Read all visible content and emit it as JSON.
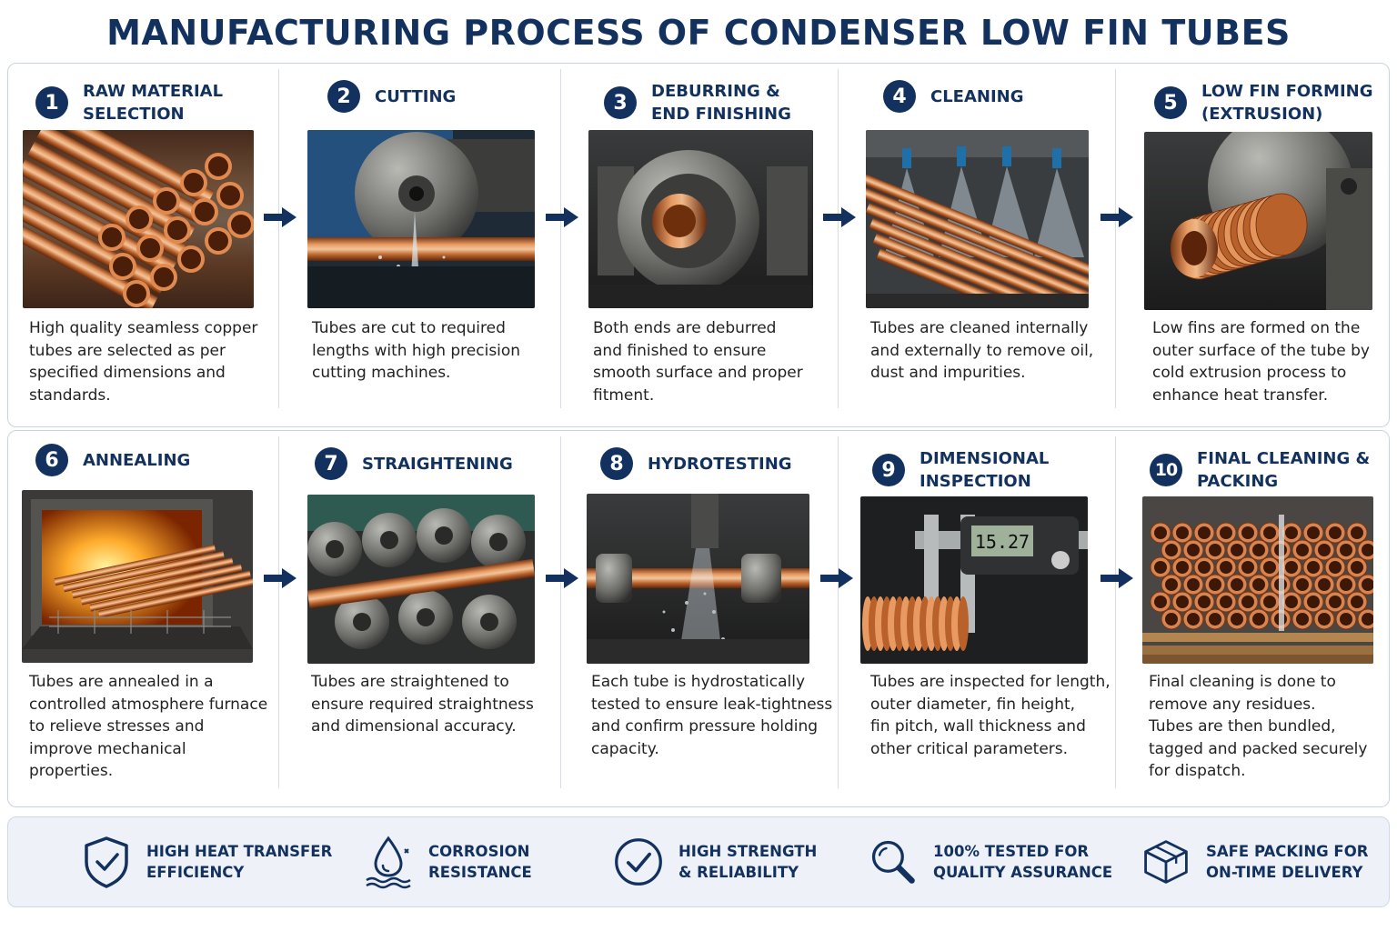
{
  "title": "MANUFACTURING PROCESS OF CONDENSER LOW FIN TUBES",
  "steps": [
    {
      "num": "1",
      "title": "RAW MATERIAL\nSELECTION",
      "desc": "High quality seamless copper\ntubes are selected as per\nspecified dimensions and\nstandards."
    },
    {
      "num": "2",
      "title": "CUTTING",
      "desc": "Tubes are cut to required\nlengths with high precision\ncutting machines."
    },
    {
      "num": "3",
      "title": "DEBURRING &\nEND FINISHING",
      "desc": "Both ends are deburred\nand finished to ensure\nsmooth surface and proper\nfitment."
    },
    {
      "num": "4",
      "title": "CLEANING",
      "desc": "Tubes are cleaned internally\nand externally to remove oil,\ndust and impurities."
    },
    {
      "num": "5",
      "title": "LOW FIN FORMING\n(EXTRUSION)",
      "desc": "Low fins are formed on the\nouter surface of the tube by\ncold extrusion process to\nenhance heat transfer."
    },
    {
      "num": "6",
      "title": "ANNEALING",
      "desc": "Tubes are annealed in a\ncontrolled atmosphere furnace\nto relieve stresses and\nimprove mechanical\nproperties."
    },
    {
      "num": "7",
      "title": "STRAIGHTENING",
      "desc": "Tubes are straightened to\nensure required straightness\nand dimensional accuracy."
    },
    {
      "num": "8",
      "title": "HYDROTESTING",
      "desc": "Each tube is hydrostatically\ntested to ensure leak-tightness\nand confirm pressure holding\ncapacity."
    },
    {
      "num": "9",
      "title": "DIMENSIONAL\nINSPECTION",
      "desc": "Tubes are inspected for length,\nouter diameter, fin height,\nfin pitch, wall thickness and\nother critical parameters."
    },
    {
      "num": "10",
      "title": "FINAL CLEANING &\nPACKING",
      "desc": "Final cleaning is done to\nremove any residues.\nTubes are then bundled,\ntagged and packed securely\nfor dispatch."
    }
  ],
  "caliper_reading": "15.27",
  "features": [
    {
      "icon": "shield-check-icon",
      "label": "HIGH HEAT TRANSFER\nEFFICIENCY"
    },
    {
      "icon": "water-drop-icon",
      "label": "CORROSION\nRESISTANCE"
    },
    {
      "icon": "circle-check-icon",
      "label": "HIGH STRENGTH\n& RELIABILITY"
    },
    {
      "icon": "magnifier-icon",
      "label": "100% TESTED FOR\nQUALITY ASSURANCE"
    },
    {
      "icon": "package-box-icon",
      "label": "SAFE PACKING FOR\nON-TIME DELIVERY"
    }
  ],
  "colors": {
    "navy": "#13315f",
    "copper": "#c06a35",
    "panel_border": "#c9d3e2",
    "footer_bg": "#eef2f8"
  }
}
